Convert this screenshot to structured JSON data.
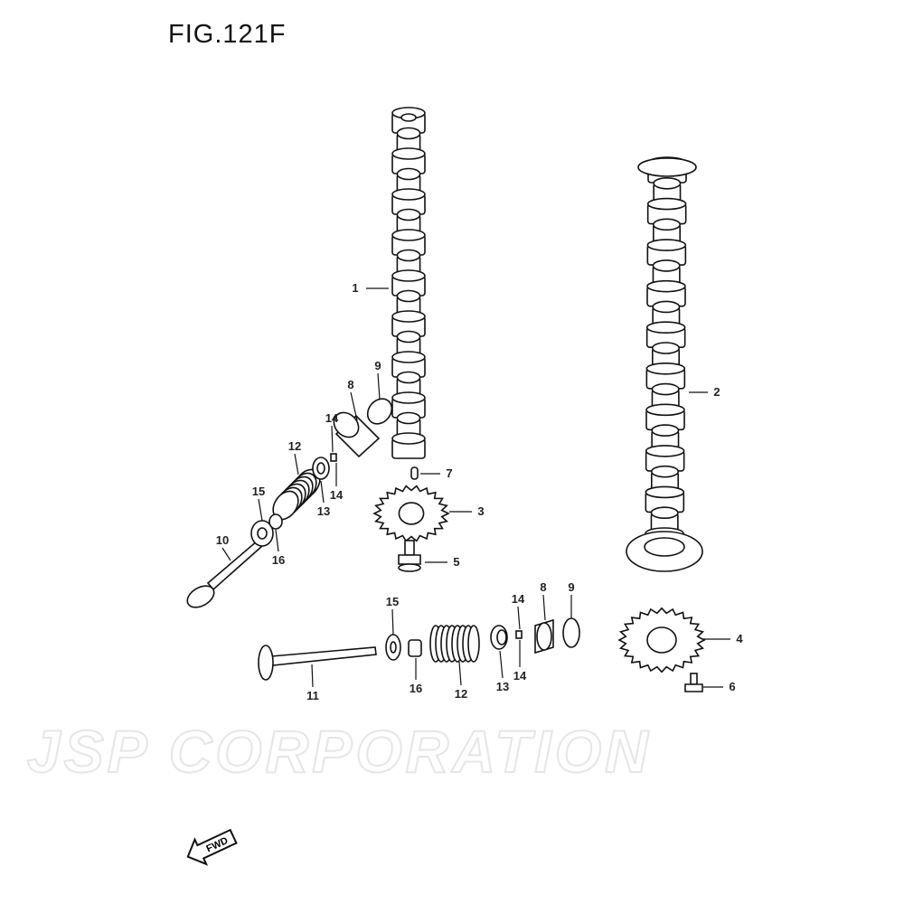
{
  "figure": {
    "title": "FIG.121F"
  },
  "watermark": "JSP CORPORATION",
  "fwd_label": "FWD",
  "callouts": [
    "1",
    "2",
    "3",
    "4",
    "5",
    "6",
    "7",
    "8",
    "9",
    "10",
    "11",
    "12",
    "13",
    "14",
    "14",
    "15",
    "16",
    "15",
    "16",
    "12",
    "13",
    "14",
    "14",
    "8",
    "9"
  ]
}
